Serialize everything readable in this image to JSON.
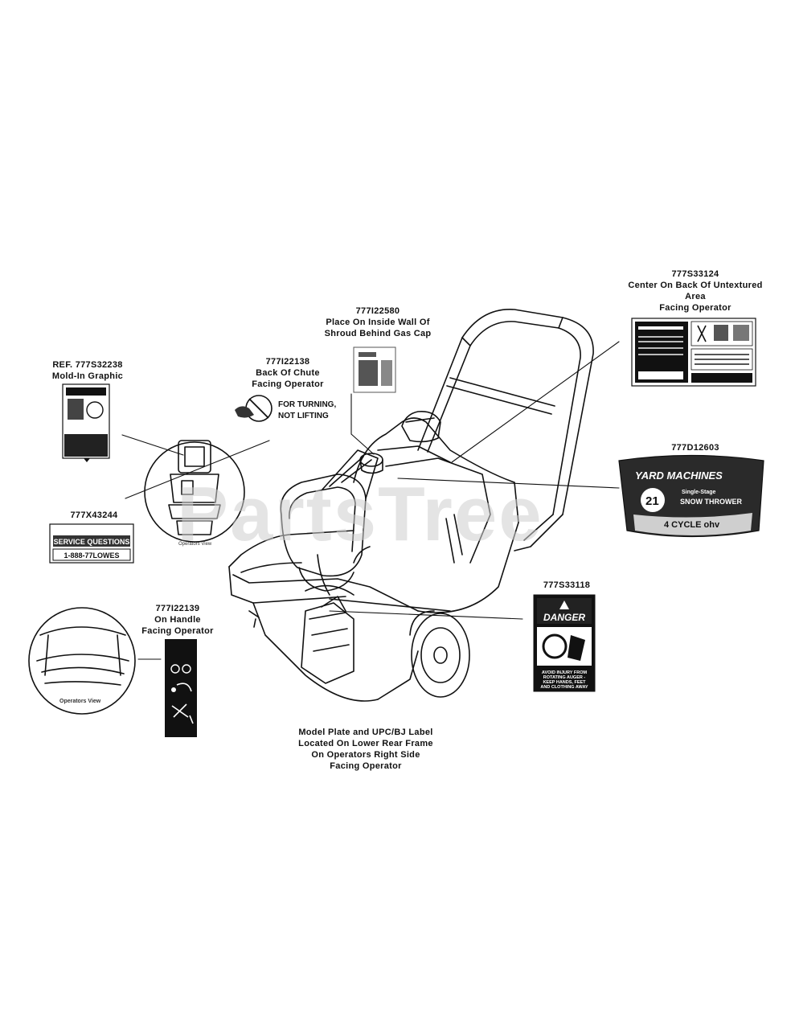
{
  "watermark": "PartsTree",
  "labels": {
    "l1": [
      "REF. 777S32238",
      "Mold-In Graphic"
    ],
    "l2": [
      "777I22138",
      "Back Of Chute",
      "Facing Operator"
    ],
    "l3": [
      "777I22580",
      "Place On Inside Wall Of",
      "Shroud Behind Gas Cap"
    ],
    "l4": [
      "777S33124",
      "Center On Back Of Untextured",
      "Area",
      "Facing Operator"
    ],
    "l5": [
      "777D12603"
    ],
    "l6": [
      "777X43244"
    ],
    "l7": [
      "777S33118"
    ],
    "l8": [
      "777I22139",
      "On Handle",
      "Facing Operator"
    ],
    "l9": [
      "Model Plate and UPC/BJ Label",
      "Located On Lower Rear Frame",
      "On Operators Right Side",
      "Facing Operator"
    ]
  },
  "decals": {
    "chute_warning": [
      "FOR TURNING,",
      "NOT LIFTING"
    ],
    "yard_machines": {
      "brand": "YARD MACHINES",
      "line1": "Single-Stage",
      "line2": "SNOW THROWER",
      "engine": "4 CYCLE ohv",
      "size": "21"
    },
    "danger": {
      "header": "DANGER",
      "text": [
        "AVOID INJURY FROM",
        "ROTATING AUGER -",
        "KEEP HANDS, FEET",
        "AND CLOTHING AWAY"
      ]
    },
    "lowes": [
      "SERVICE QUESTIONS",
      "1-888-77LOWES"
    ],
    "operators_view_1": "Operators View",
    "operators_view_2": "Operators View"
  }
}
